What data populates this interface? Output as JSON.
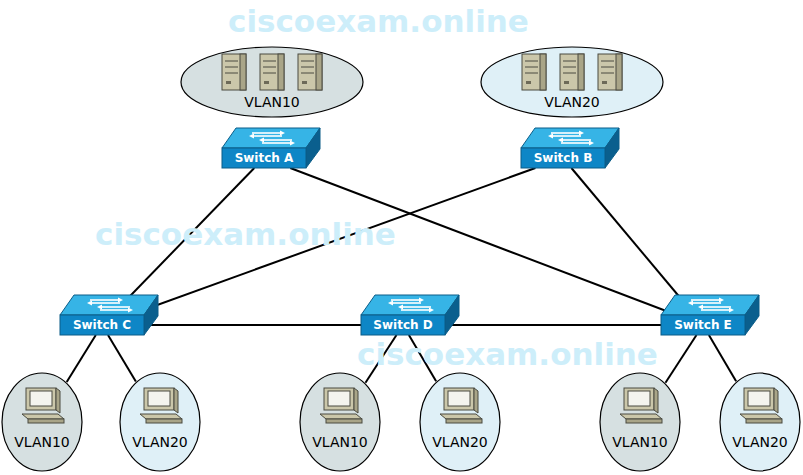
{
  "diagram": {
    "nodes": [
      {
        "text": [
          "VLAN10"
        ]
      },
      {
        "text": [
          "VLAN20"
        ]
      },
      {
        "text": [
          "Switch A"
        ]
      },
      {
        "text": [
          "Switch B"
        ]
      },
      {
        "text": [
          "Switch C"
        ]
      },
      {
        "text": [
          "Switch D"
        ]
      },
      {
        "text": [
          "Switch E"
        ]
      },
      {
        "text": [
          "VLAN10"
        ]
      },
      {
        "text": [
          "VLAN20"
        ]
      },
      {
        "text": [
          "VLAN10"
        ]
      },
      {
        "text": [
          "VLAN20"
        ]
      },
      {
        "text": [
          "VLAN10"
        ]
      },
      {
        "text": [
          "VLAN20"
        ]
      }
    ],
    "edges": [
      {
        "from": 2,
        "to": 4,
        "arrow": "none"
      },
      {
        "from": 2,
        "to": 6,
        "arrow": "none"
      },
      {
        "from": 3,
        "to": 4,
        "arrow": "none"
      },
      {
        "from": 3,
        "to": 6,
        "arrow": "none"
      },
      {
        "from": 4,
        "to": 5,
        "arrow": "none"
      },
      {
        "from": 5,
        "to": 6,
        "arrow": "none"
      },
      {
        "from": 4,
        "to": 7,
        "arrow": "none"
      },
      {
        "from": 4,
        "to": 8,
        "arrow": "none"
      },
      {
        "from": 5,
        "to": 9,
        "arrow": "none"
      },
      {
        "from": 5,
        "to": 10,
        "arrow": "none"
      },
      {
        "from": 6,
        "to": 11,
        "arrow": "none"
      },
      {
        "from": 6,
        "to": 12,
        "arrow": "none"
      }
    ],
    "labels": [
      "ciscoexam.online",
      "ciscoexam.online",
      "ciscoexam.online"
    ]
  }
}
